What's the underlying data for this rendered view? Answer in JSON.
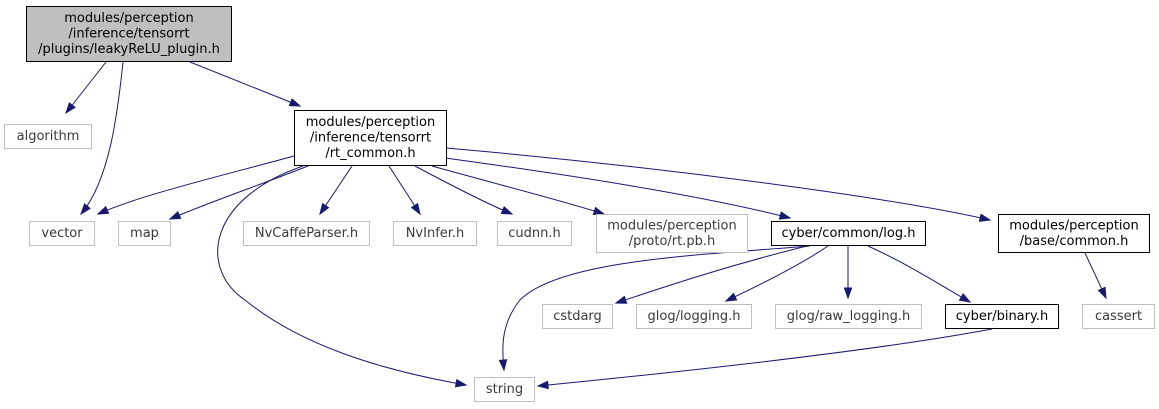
{
  "nodes": [
    {
      "id": "root",
      "lines": [
        "modules/perception",
        "/inference/tensorrt",
        "/plugins/leakyReLU_plugin.h"
      ],
      "style": "root"
    },
    {
      "id": "algorithm",
      "lines": [
        "algorithm"
      ],
      "style": "external"
    },
    {
      "id": "rt_common",
      "lines": [
        "modules/perception",
        "/inference/tensorrt",
        "/rt_common.h"
      ],
      "style": "documented"
    },
    {
      "id": "vector",
      "lines": [
        "vector"
      ],
      "style": "external"
    },
    {
      "id": "map",
      "lines": [
        "map"
      ],
      "style": "external"
    },
    {
      "id": "nvcaffeparser",
      "lines": [
        "NvCaffeParser.h"
      ],
      "style": "external"
    },
    {
      "id": "nvinfer",
      "lines": [
        "NvInfer.h"
      ],
      "style": "external"
    },
    {
      "id": "cudnn",
      "lines": [
        "cudnn.h"
      ],
      "style": "external"
    },
    {
      "id": "rt_pb",
      "lines": [
        "modules/perception",
        "/proto/rt.pb.h"
      ],
      "style": "external"
    },
    {
      "id": "cyber_log",
      "lines": [
        "cyber/common/log.h"
      ],
      "style": "documented"
    },
    {
      "id": "base_common",
      "lines": [
        "modules/perception",
        "/base/common.h"
      ],
      "style": "documented"
    },
    {
      "id": "cstdarg",
      "lines": [
        "cstdarg"
      ],
      "style": "external"
    },
    {
      "id": "glog_logging",
      "lines": [
        "glog/logging.h"
      ],
      "style": "external"
    },
    {
      "id": "glog_raw",
      "lines": [
        "glog/raw_logging.h"
      ],
      "style": "external"
    },
    {
      "id": "cyber_binary",
      "lines": [
        "cyber/binary.h"
      ],
      "style": "documented"
    },
    {
      "id": "cassert",
      "lines": [
        "cassert"
      ],
      "style": "external"
    },
    {
      "id": "string",
      "lines": [
        "string"
      ],
      "style": "external"
    }
  ],
  "edges": [
    {
      "from": "root",
      "to": "algorithm"
    },
    {
      "from": "root",
      "to": "vector"
    },
    {
      "from": "root",
      "to": "rt_common"
    },
    {
      "from": "rt_common",
      "to": "vector"
    },
    {
      "from": "rt_common",
      "to": "map"
    },
    {
      "from": "rt_common",
      "to": "string"
    },
    {
      "from": "rt_common",
      "to": "nvcaffeparser"
    },
    {
      "from": "rt_common",
      "to": "nvinfer"
    },
    {
      "from": "rt_common",
      "to": "cudnn"
    },
    {
      "from": "rt_common",
      "to": "rt_pb"
    },
    {
      "from": "rt_common",
      "to": "cyber_log"
    },
    {
      "from": "rt_common",
      "to": "base_common"
    },
    {
      "from": "cyber_log",
      "to": "string"
    },
    {
      "from": "cyber_log",
      "to": "cstdarg"
    },
    {
      "from": "cyber_log",
      "to": "glog_logging"
    },
    {
      "from": "cyber_log",
      "to": "glog_raw"
    },
    {
      "from": "cyber_log",
      "to": "cyber_binary"
    },
    {
      "from": "base_common",
      "to": "cassert"
    },
    {
      "from": "cyber_binary",
      "to": "string"
    }
  ],
  "colors": {
    "edge": "#191970",
    "root_fill": "#bfbfbf",
    "root_border": "#000000",
    "documented_border": "#000000",
    "external_border": "#bfbfbf",
    "node_fill": "#ffffff"
  }
}
